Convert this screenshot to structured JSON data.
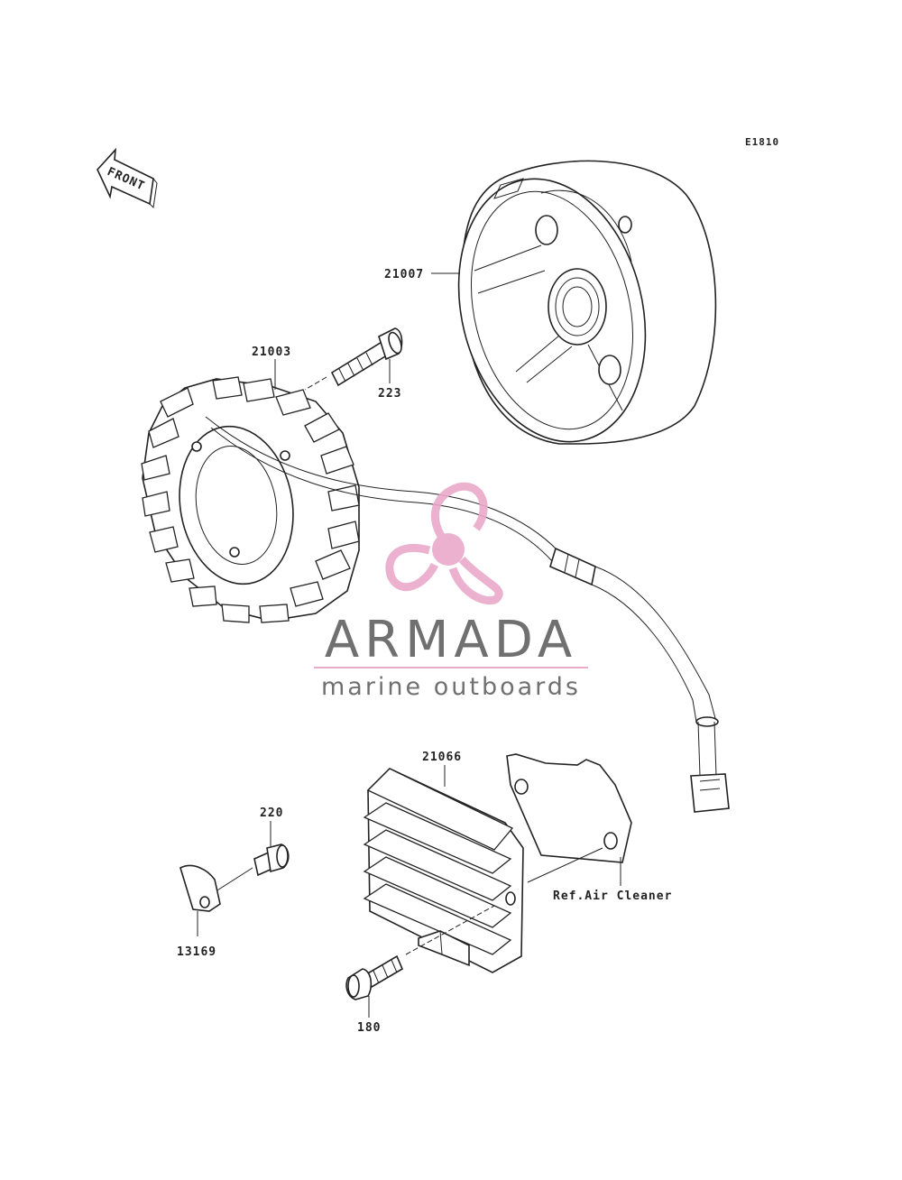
{
  "diagram": {
    "code": "E1810",
    "front_label": "FRONT",
    "ref_note": "Ref.Air Cleaner"
  },
  "parts": {
    "flywheel": "21007",
    "stator": "21003",
    "stator_bolt": "223",
    "regulator": "21066",
    "bolt_220": "220",
    "clamp": "13169",
    "bolt_180": "180"
  },
  "watermark": {
    "brand": "ARMADA",
    "tagline": "marine outboards",
    "logo_color": "#e9a9c9",
    "text_color": "#707070"
  }
}
